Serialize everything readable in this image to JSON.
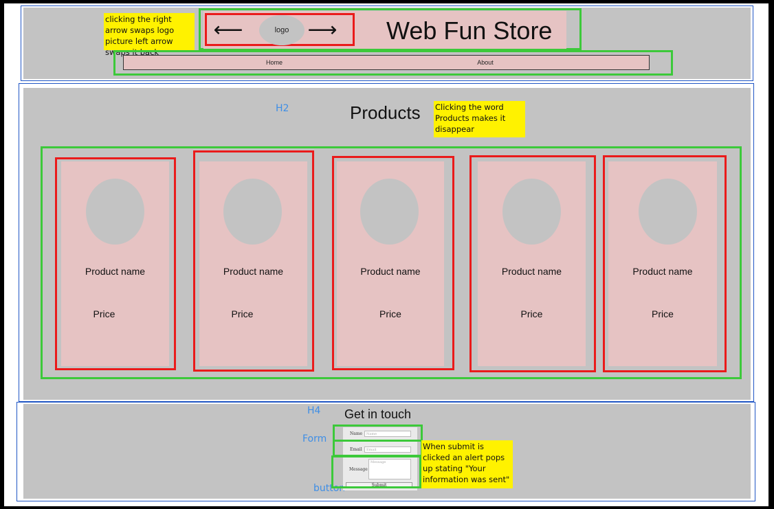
{
  "header": {
    "store_title": "Web Fun Store",
    "logo_label": "logo",
    "left_arrow": "⟵",
    "right_arrow": "⟶",
    "nav": [
      "Home",
      "About"
    ]
  },
  "products": {
    "heading": "Products",
    "items": [
      {
        "name": "Product name",
        "price": "Price"
      },
      {
        "name": "Product name",
        "price": "Price"
      },
      {
        "name": "Product name",
        "price": "Price"
      },
      {
        "name": "Product name",
        "price": "Price"
      },
      {
        "name": "Product name",
        "price": "Price"
      }
    ]
  },
  "contact": {
    "heading": "Get in touch",
    "fields": [
      {
        "label": "Name",
        "placeholder": "Name"
      },
      {
        "label": "Email",
        "placeholder": "Email"
      },
      {
        "label": "Message",
        "placeholder": "Message"
      }
    ],
    "submit_label": "Submit"
  },
  "annotations": {
    "logo_note": "clicking the right arrow swaps logo picture left arrow swaps it back",
    "products_note": "Clicking the word Products makes it disappear",
    "submit_note": "When submit is clicked an alert pops up stating \"Your information was sent\"",
    "tag_h2": "H2",
    "tag_h4": "H4",
    "tag_form": "Form",
    "tag_button": "button"
  },
  "colors": {
    "panel": "#c3c3c3",
    "pink": "#e6c3c3",
    "green_outline": "#3cc93a",
    "red_outline": "#ea1b1b",
    "blue_frame": "#1f55c4",
    "note_yellow": "#fff200",
    "tag_blue": "#3e8ee6"
  }
}
